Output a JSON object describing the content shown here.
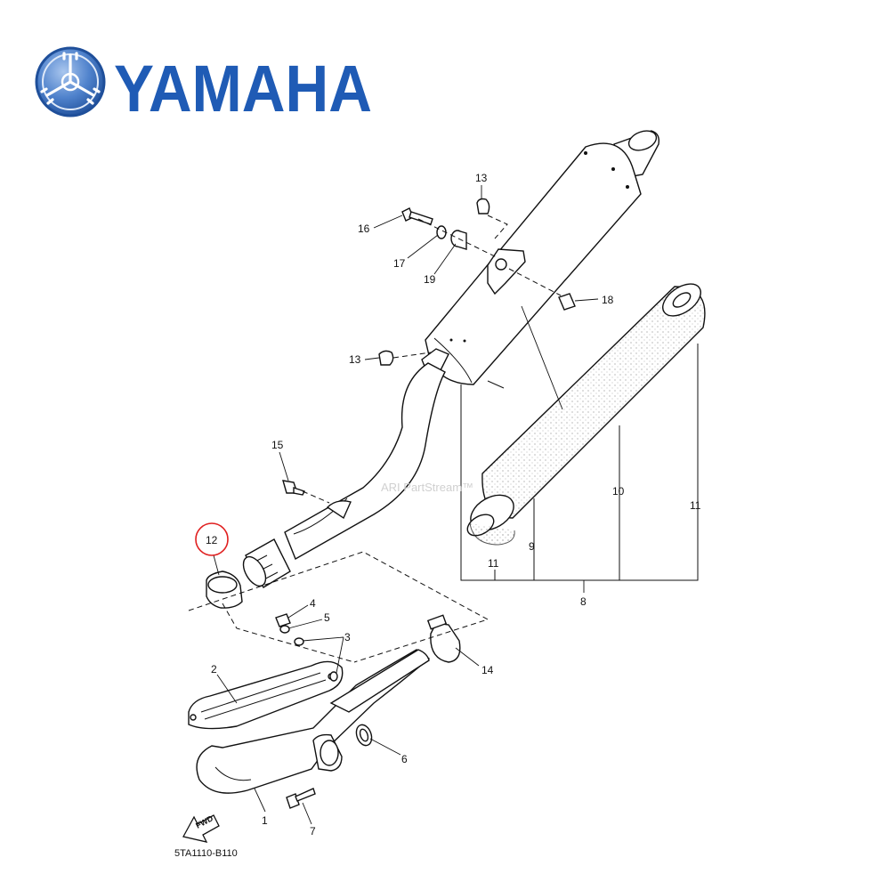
{
  "brand": {
    "logo_icon": "yamaha-tuning-fork-emblem",
    "name": "YAMAHA",
    "color": "#1f5bb5"
  },
  "diagram": {
    "watermark": "ARI PartStream™",
    "drawing_code": "5TA1110-B110",
    "forward_marker": "FWD",
    "highlight_color": "#e02020",
    "highlighted_callout": "12",
    "callouts": [
      {
        "id": "c1",
        "label": "1"
      },
      {
        "id": "c2",
        "label": "2"
      },
      {
        "id": "c3",
        "label": "3"
      },
      {
        "id": "c4",
        "label": "4"
      },
      {
        "id": "c5",
        "label": "5"
      },
      {
        "id": "c6",
        "label": "6"
      },
      {
        "id": "c7",
        "label": "7"
      },
      {
        "id": "c8",
        "label": "8"
      },
      {
        "id": "c9",
        "label": "9"
      },
      {
        "id": "c10",
        "label": "10"
      },
      {
        "id": "c11a",
        "label": "11"
      },
      {
        "id": "c11b",
        "label": "11"
      },
      {
        "id": "c12",
        "label": "12"
      },
      {
        "id": "c13a",
        "label": "13"
      },
      {
        "id": "c13b",
        "label": "13"
      },
      {
        "id": "c14",
        "label": "14"
      },
      {
        "id": "c15",
        "label": "15"
      },
      {
        "id": "c16",
        "label": "16"
      },
      {
        "id": "c17",
        "label": "17"
      },
      {
        "id": "c18",
        "label": "18"
      },
      {
        "id": "c19",
        "label": "19"
      }
    ]
  }
}
